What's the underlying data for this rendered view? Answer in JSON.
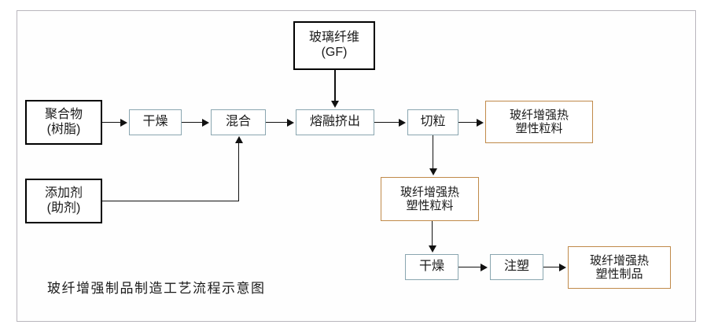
{
  "diagram": {
    "caption": "玻纤增强制品制造工艺流程示意图",
    "colors": {
      "input_border": "#000000",
      "process_border": "#8aa6b0",
      "output_border": "#c08a4a",
      "connector": "#111111",
      "frame_border": "#b9b6bd",
      "background": "#ffffff"
    },
    "nodes": {
      "polymer": {
        "line1": "聚合物",
        "line2": "(树脂)",
        "type": "input"
      },
      "additives": {
        "line1": "添加剂",
        "line2": "(助剂)",
        "type": "input"
      },
      "glass_fiber": {
        "line1": "玻璃纤维",
        "line2": "(GF)",
        "type": "input"
      },
      "drying_1": {
        "line1": "干燥",
        "type": "process"
      },
      "mixing": {
        "line1": "混合",
        "type": "process"
      },
      "melt_extrusion": {
        "line1": "熔融挤出",
        "type": "process"
      },
      "pelletizing": {
        "line1": "切粒",
        "type": "process"
      },
      "drying_2": {
        "line1": "干燥",
        "type": "process"
      },
      "injection_molding": {
        "line1": "注塑",
        "type": "process"
      },
      "pellet_product_right": {
        "line1": "玻纤增强热",
        "line2": "塑性粒料",
        "type": "output"
      },
      "pellet_product_mid": {
        "line1": "玻纤增强热",
        "line2": "塑性粒料",
        "type": "output"
      },
      "final_product": {
        "line1": "玻纤增强热",
        "line2": "塑性制品",
        "type": "output"
      }
    },
    "flow": {
      "main_line": [
        "聚合物(树脂)",
        "干燥",
        "混合",
        "熔融挤出",
        "切粒",
        "玻纤增强热塑性粒料"
      ],
      "branch_line": [
        "切粒",
        "玻纤增强热塑性粒料",
        "干燥",
        "注塑",
        "玻纤增强热塑性制品"
      ],
      "feed_into_mixing": "添加剂(助剂)",
      "feed_into_extrusion": "玻璃纤维(GF)"
    }
  }
}
